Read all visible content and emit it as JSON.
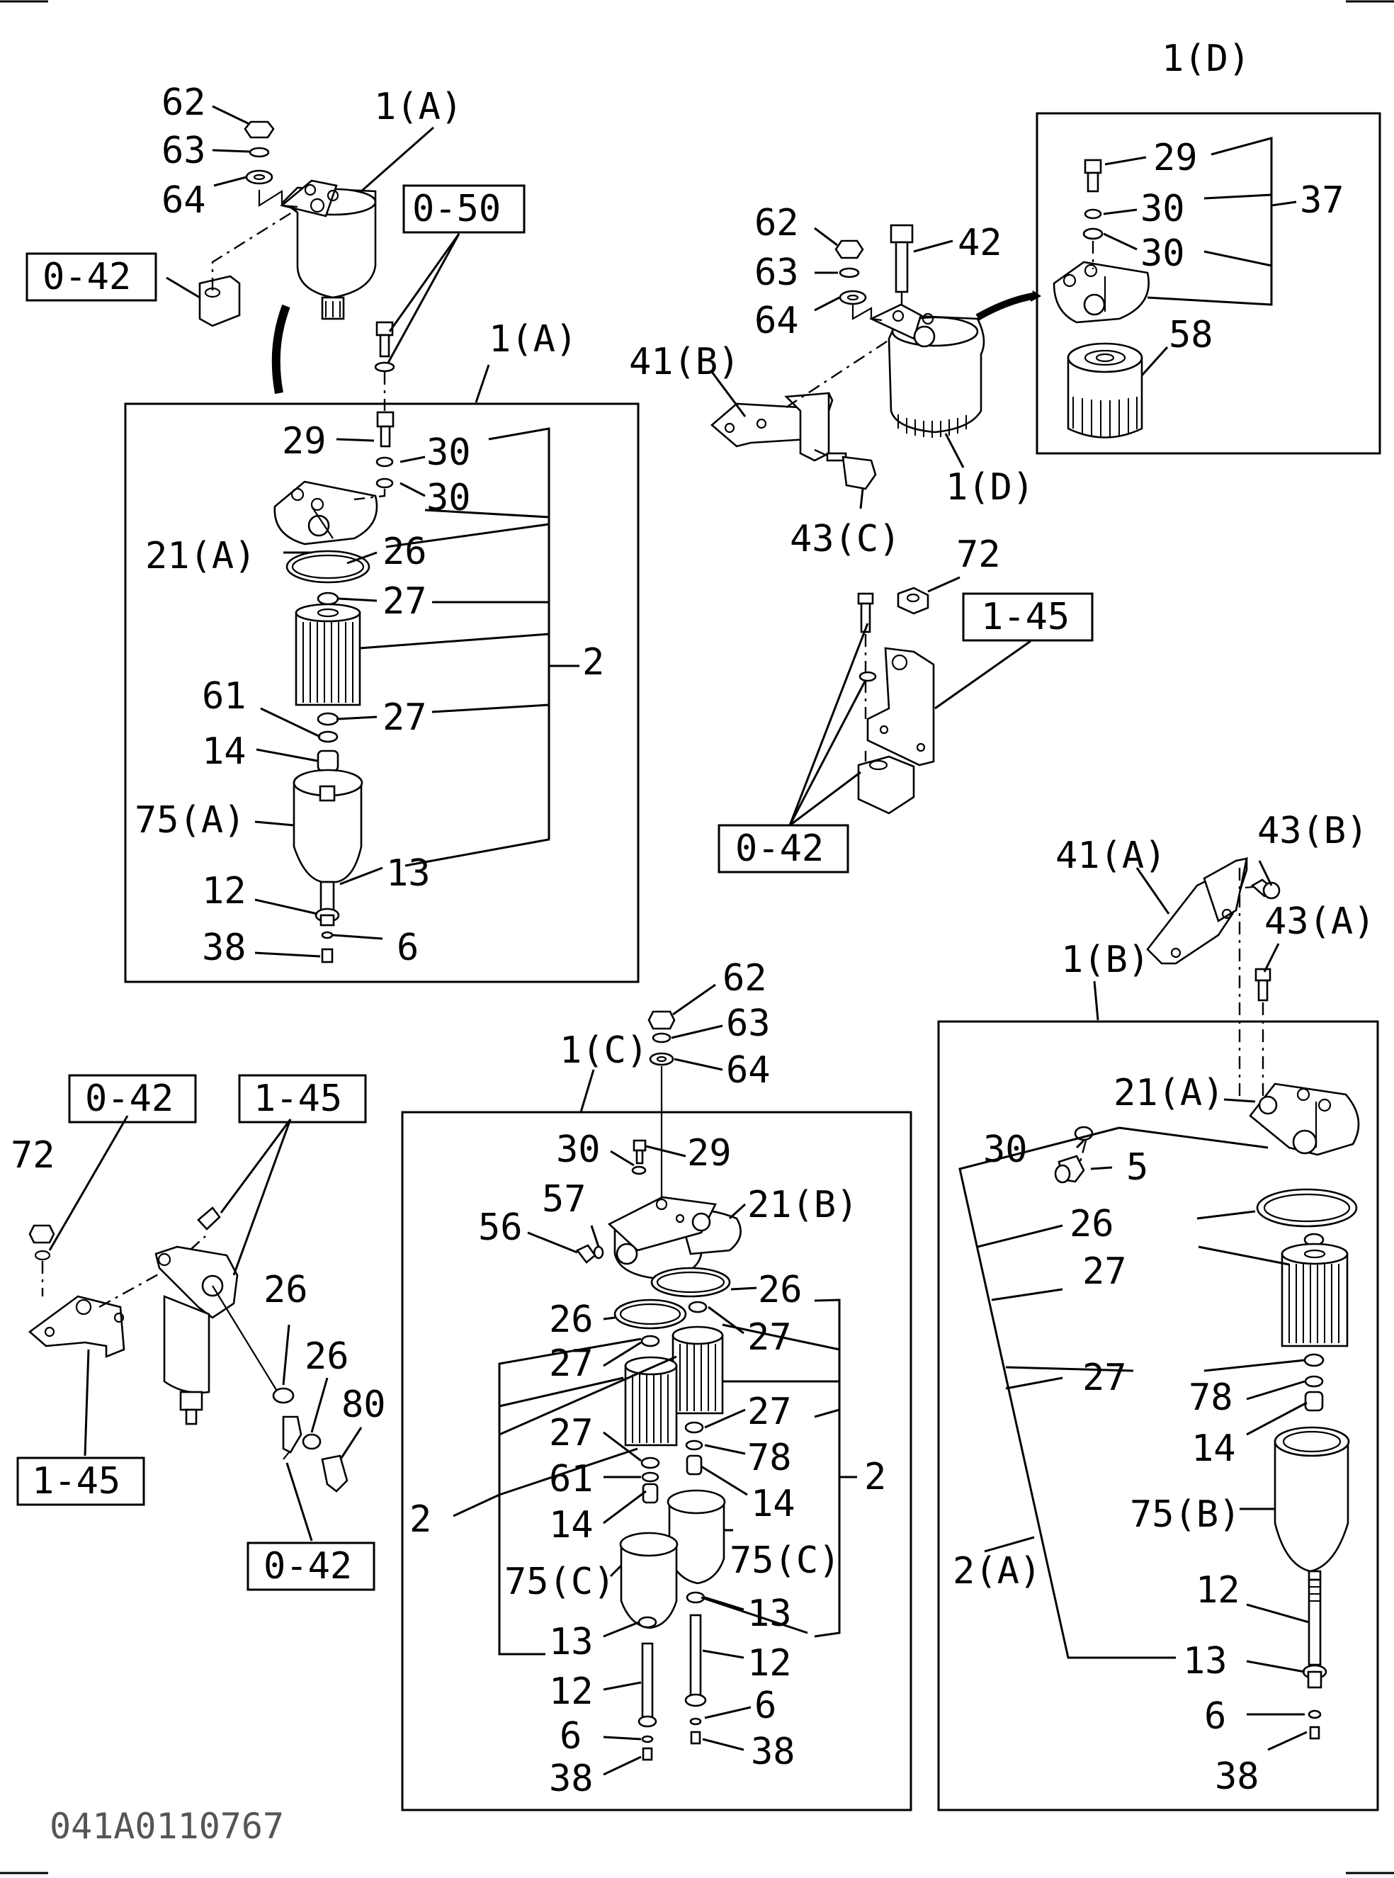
{
  "drawing_code": "041A0110767",
  "assemblies": {
    "top_left": {
      "title_outer": "1(A)",
      "title_box": "1(A)",
      "ref_left": "0-42",
      "ref_bolt": "0-50",
      "labels": [
        "62",
        "63",
        "64",
        "29",
        "30",
        "30",
        "21(A)",
        "26",
        "27",
        "27",
        "61",
        "14",
        "75(A)",
        "13",
        "12",
        "38",
        "6",
        "2"
      ]
    },
    "top_right": {
      "title_box": "1(D)",
      "title_outer": "1(D)",
      "labels": [
        "62",
        "63",
        "64",
        "42",
        "41(B)",
        "43(C)",
        "29",
        "30",
        "30",
        "37",
        "58"
      ]
    },
    "middle": {
      "labels": [
        "72"
      ],
      "ref_bracket": "1-45",
      "ref_spacer": "0-42"
    },
    "bottom_left": {
      "ref_top_left": "0-42",
      "ref_top_right": "1-45",
      "ref_bottom_left": "1-45",
      "ref_bottom_right": "0-42",
      "labels": [
        "72",
        "26",
        "26",
        "80"
      ]
    },
    "bottom_center": {
      "title": "1(C)",
      "labels": [
        "62",
        "63",
        "64",
        "30",
        "29",
        "57",
        "56",
        "21(B)",
        "26",
        "26",
        "27",
        "27",
        "27",
        "27",
        "78",
        "61",
        "14",
        "14",
        "75(C)",
        "75(C)",
        "13",
        "13",
        "12",
        "12",
        "6",
        "6",
        "38",
        "38",
        "2",
        "2"
      ]
    },
    "bottom_right": {
      "title": "1(B)",
      "labels": [
        "41(A)",
        "43(B)",
        "43(A)",
        "21(A)",
        "30",
        "5",
        "26",
        "27",
        "27",
        "78",
        "14",
        "75(B)",
        "2(A)",
        "12",
        "13",
        "6",
        "38"
      ]
    }
  },
  "icons": [
    "fuel-filter-assembly-icon",
    "filter-element-icon",
    "bowl-icon",
    "bracket-icon",
    "bolt-icon",
    "washer-icon",
    "nut-icon"
  ]
}
